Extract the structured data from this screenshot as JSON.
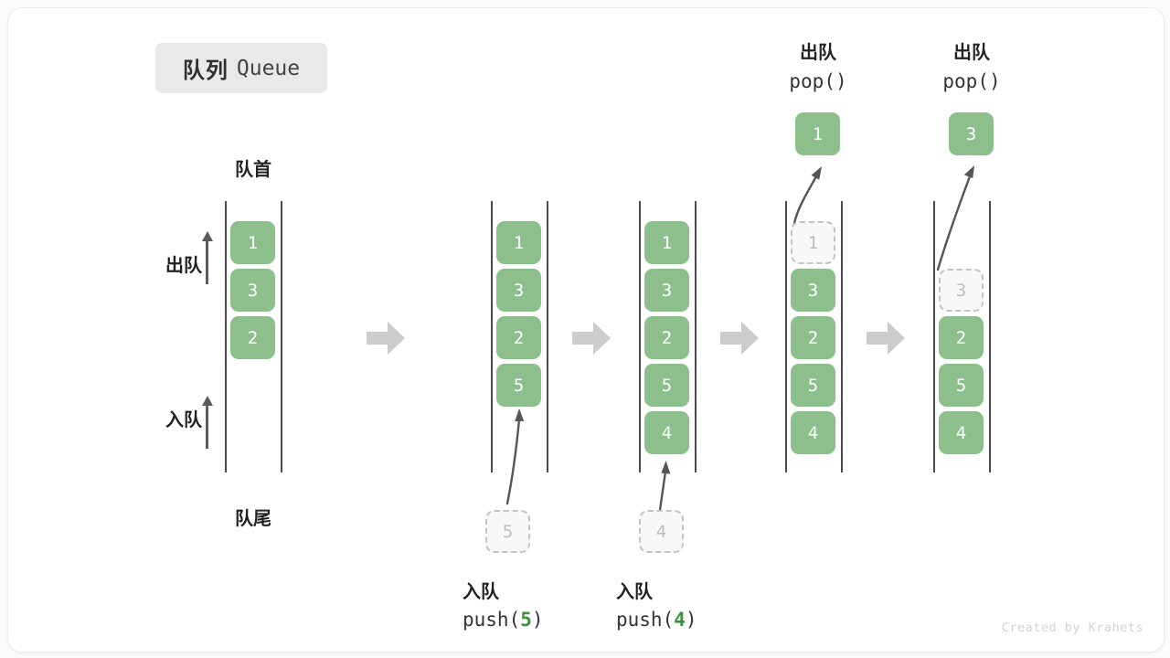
{
  "diagram": {
    "title_cn": "队列",
    "title_en": "Queue",
    "front_label": "队首",
    "back_label": "队尾",
    "dequeue_label": "出队",
    "enqueue_label": "入队",
    "watermark": "Created by Krahets",
    "colors": {
      "cell_fill": "#8cbf8c",
      "cell_text": "#ffffff",
      "ghost_border": "#c4c4c4",
      "ghost_fill": "#f8f8f8",
      "ghost_text": "#bdbdbd",
      "rail": "#4a4a4a",
      "arrow_grey": "#cccccc",
      "curve_arrow": "#555555",
      "value_accent": "#3f9142",
      "chip_bg": "#e9e9e9",
      "card_bg": "#ffffff",
      "page_bg": "#fbfbfb"
    }
  },
  "steps": [
    {
      "id": "initial",
      "caption_cn": "",
      "caption_code": "",
      "header_cn": "",
      "header_code": "",
      "cells": [
        {
          "value": "1",
          "state": "filled"
        },
        {
          "value": "3",
          "state": "filled"
        },
        {
          "value": "2",
          "state": "filled"
        }
      ],
      "incoming": null,
      "popped": null
    },
    {
      "id": "push-5",
      "caption_cn": "入队",
      "caption_code_prefix": "push(",
      "caption_code_value": "5",
      "caption_code_suffix": ")",
      "header_cn": "",
      "header_code": "",
      "cells": [
        {
          "value": "1",
          "state": "filled"
        },
        {
          "value": "3",
          "state": "filled"
        },
        {
          "value": "2",
          "state": "filled"
        },
        {
          "value": "5",
          "state": "filled"
        }
      ],
      "incoming": {
        "value": "5",
        "state": "ghost"
      },
      "popped": null
    },
    {
      "id": "push-4",
      "caption_cn": "入队",
      "caption_code_prefix": "push(",
      "caption_code_value": "4",
      "caption_code_suffix": ")",
      "header_cn": "",
      "header_code": "",
      "cells": [
        {
          "value": "1",
          "state": "filled"
        },
        {
          "value": "3",
          "state": "filled"
        },
        {
          "value": "2",
          "state": "filled"
        },
        {
          "value": "5",
          "state": "filled"
        },
        {
          "value": "4",
          "state": "filled"
        }
      ],
      "incoming": {
        "value": "4",
        "state": "ghost"
      },
      "popped": null
    },
    {
      "id": "pop-1",
      "caption_cn": "",
      "caption_code": "",
      "header_cn": "出队",
      "header_code": "pop()",
      "cells": [
        {
          "value": "1",
          "state": "ghost"
        },
        {
          "value": "3",
          "state": "filled"
        },
        {
          "value": "2",
          "state": "filled"
        },
        {
          "value": "5",
          "state": "filled"
        },
        {
          "value": "4",
          "state": "filled"
        }
      ],
      "incoming": null,
      "popped": {
        "value": "1",
        "state": "filled"
      }
    },
    {
      "id": "pop-3",
      "caption_cn": "",
      "caption_code": "",
      "header_cn": "出队",
      "header_code": "pop()",
      "cells": [
        {
          "value": "",
          "state": "empty"
        },
        {
          "value": "3",
          "state": "ghost"
        },
        {
          "value": "2",
          "state": "filled"
        },
        {
          "value": "5",
          "state": "filled"
        },
        {
          "value": "4",
          "state": "filled"
        }
      ],
      "incoming": null,
      "popped": {
        "value": "3",
        "state": "filled"
      }
    }
  ]
}
